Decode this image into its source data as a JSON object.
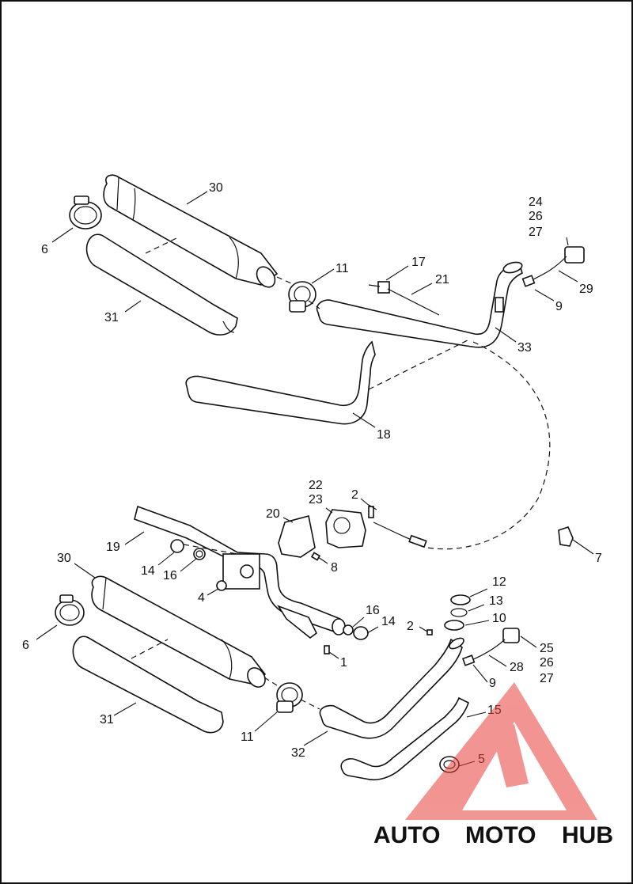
{
  "callouts": {
    "c30_top": "30",
    "c6_top": "6",
    "c31_top": "31",
    "c11_top": "11",
    "c17": "17",
    "c21": "21",
    "c24": "24",
    "c26_top": "26",
    "c27_top": "27",
    "c29": "29",
    "c9_top": "9",
    "c33": "33",
    "c18": "18",
    "c22": "22",
    "c23": "23",
    "c2_top": "2",
    "c20": "20",
    "c19": "19",
    "c7": "7",
    "c8": "8",
    "c14_left": "14",
    "c16_left": "16",
    "c30_bot": "30",
    "c4": "4",
    "c12": "12",
    "c13": "13",
    "c10": "10",
    "c16_right": "16",
    "c14_right": "14",
    "c2_bot": "2",
    "c25": "25",
    "c26_bot": "26",
    "c27_bot": "27",
    "c28": "28",
    "c9_bot": "9",
    "c1": "1",
    "c6_bot": "6",
    "c31_bot": "31",
    "c11_bot": "11",
    "c32": "32",
    "c15": "15",
    "c5": "5"
  },
  "watermark": {
    "auto": "AUTO",
    "moto": "MOTO",
    "hub": "HUB",
    "auto_color": "#f2b63c",
    "moto_color": "#f08a7a",
    "hub_color": "#6b6b6b",
    "triangle_color": "#e8403a"
  }
}
